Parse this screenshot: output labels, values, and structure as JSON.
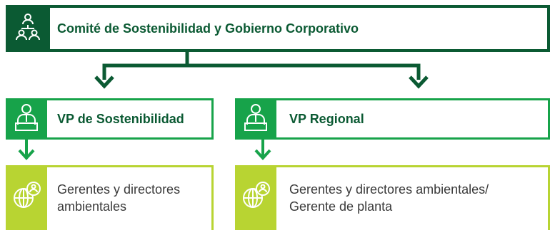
{
  "colors": {
    "dark_green": "#0b5a33",
    "mid_green": "#17a34a",
    "lime": "#b8d432"
  },
  "top": {
    "icon": "org-hierarchy-icon",
    "label": "Comité de Sostenibilidad y Gobierno Corporativo"
  },
  "left": {
    "vp_icon": "presenter-person-icon",
    "vp_label": "VP de Sostenibilidad",
    "mgr_icon": "globe-person-icon",
    "mgr_label": "Gerentes y directores\nambientales"
  },
  "right": {
    "vp_icon": "presenter-person-icon",
    "vp_label": "VP Regional",
    "mgr_icon": "globe-person-icon",
    "mgr_label": "Gerentes y directores ambientales/\nGerente de planta"
  }
}
